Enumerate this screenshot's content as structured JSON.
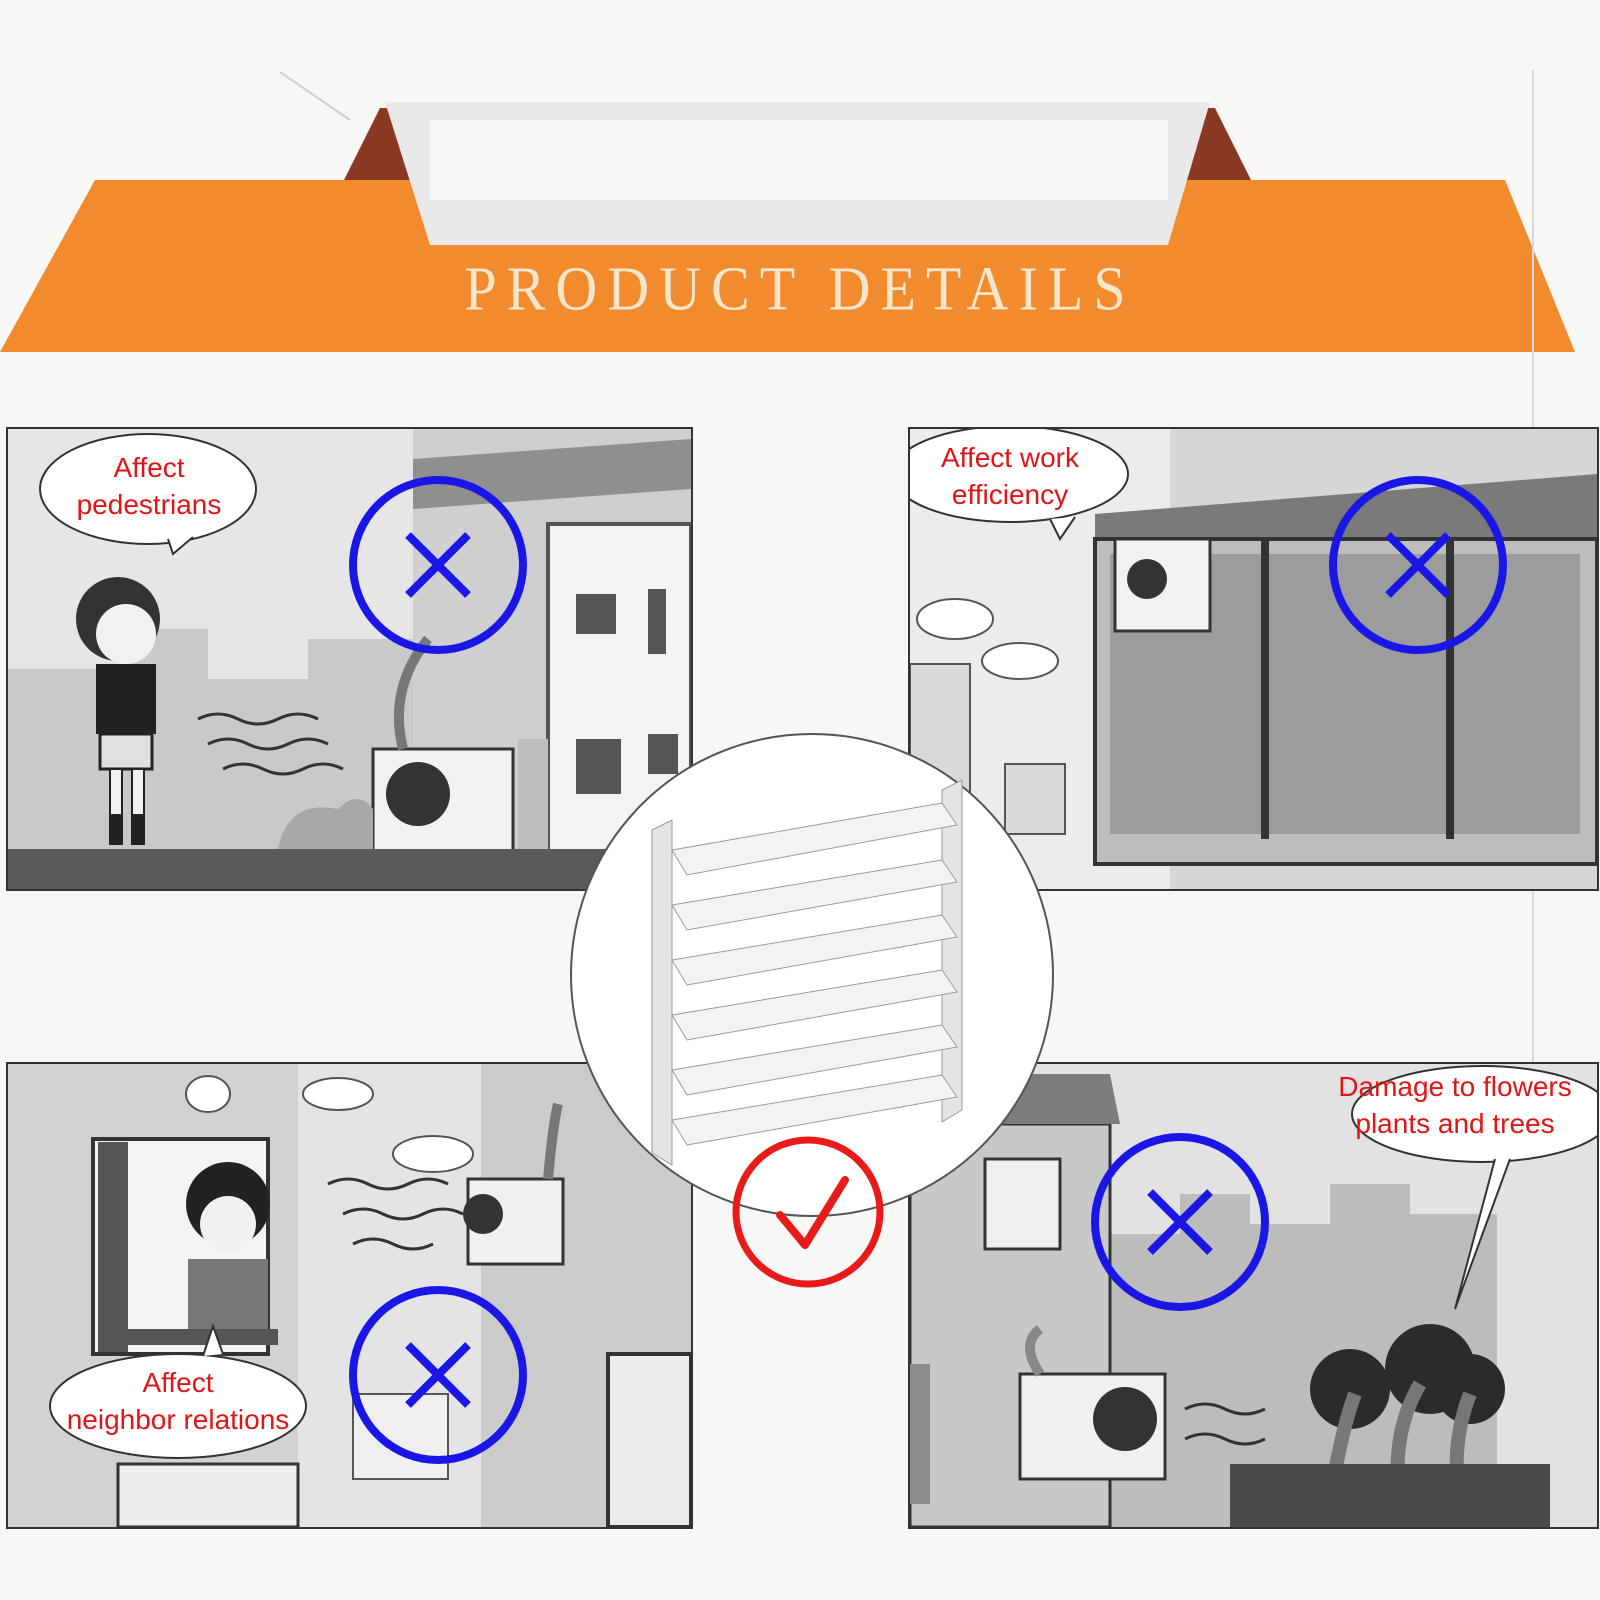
{
  "banner": {
    "title": "PRODUCT DETAILS"
  },
  "panels": {
    "top_left": {
      "caption": [
        "Affect",
        "pedestrians"
      ]
    },
    "top_right": {
      "caption": [
        "Affect work",
        "efficiency"
      ]
    },
    "bottom_left": {
      "caption": [
        "Affect",
        "neighbor relations"
      ]
    },
    "bottom_right": {
      "caption": [
        "Damage to flowers",
        "plants and trees"
      ]
    }
  },
  "colors": {
    "banner_orange": "#f28a2e",
    "banner_roof": "#8a3a22",
    "caption_red": "#e01616",
    "cross_blue": "#1a17e6",
    "check_red": "#e81b1b"
  },
  "icons": {
    "bad": "cross-circle-icon",
    "good": "check-circle-icon"
  }
}
